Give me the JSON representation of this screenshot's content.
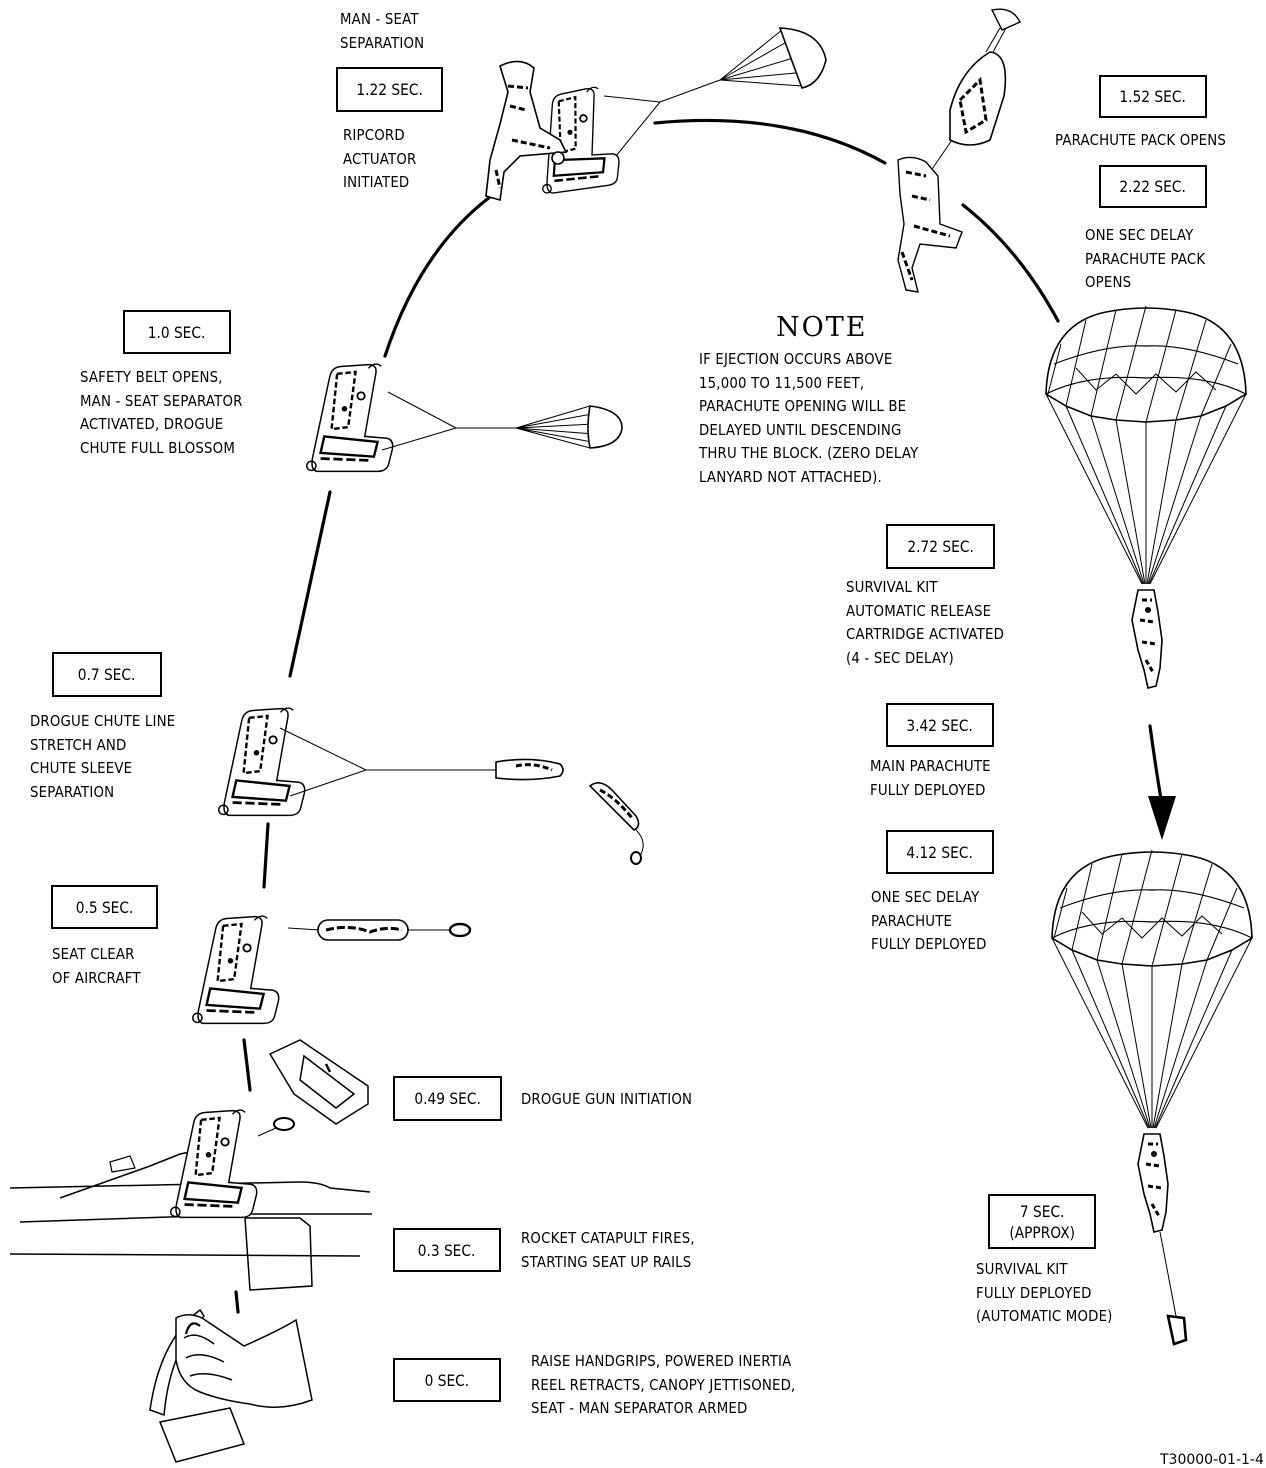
{
  "stages": [
    {
      "id": "s0",
      "time": "0 SEC.",
      "description": "RAISE HANDGRIPS, POWERED INERTIA\nREEL RETRACTS, CANOPY JETTISONED,\nSEAT - MAN SEPARATOR ARMED"
    },
    {
      "id": "s03",
      "time": "0.3 SEC.",
      "description": "ROCKET CATAPULT FIRES,\nSTARTING SEAT UP RAILS"
    },
    {
      "id": "s049",
      "time": "0.49 SEC.",
      "description": "DROGUE GUN INITIATION"
    },
    {
      "id": "s05",
      "time": "0.5 SEC.",
      "description": "SEAT CLEAR\nOF AIRCRAFT"
    },
    {
      "id": "s07",
      "time": "0.7 SEC.",
      "description": "DROGUE CHUTE LINE\nSTRETCH AND\nCHUTE SLEEVE\nSEPARATION"
    },
    {
      "id": "s10",
      "time": "1.0 SEC.",
      "description": "SAFETY BELT OPENS,\nMAN - SEAT SEPARATOR\nACTIVATED, DROGUE\nCHUTE FULL BLOSSOM"
    },
    {
      "id": "s122",
      "time": "1.22 SEC.",
      "heading": "MAN - SEAT\nSEPARATION",
      "description": "RIPCORD\nACTUATOR\nINITIATED"
    },
    {
      "id": "s152",
      "time": "1.52 SEC.",
      "description": "PARACHUTE PACK OPENS"
    },
    {
      "id": "s222",
      "time": "2.22 SEC.",
      "description": "ONE SEC DELAY\nPARACHUTE PACK\nOPENS"
    },
    {
      "id": "s272",
      "time": "2.72 SEC.",
      "description": "SURVIVAL KIT\nAUTOMATIC RELEASE\nCARTRIDGE ACTIVATED\n(4 - SEC DELAY)"
    },
    {
      "id": "s342",
      "time": "3.42 SEC.",
      "description": "MAIN PARACHUTE\nFULLY DEPLOYED"
    },
    {
      "id": "s412",
      "time": "4.12 SEC.",
      "description": "ONE SEC DELAY\nPARACHUTE\nFULLY DEPLOYED"
    },
    {
      "id": "s7",
      "time": "7 SEC.\n(APPROX)",
      "description": "SURVIVAL KIT\nFULLY DEPLOYED\n(AUTOMATIC MODE)"
    }
  ],
  "note": {
    "title": "NOTE",
    "text": "IF EJECTION OCCURS ABOVE\n15,000 TO 11,500 FEET,\nPARACHUTE OPENING WILL BE\nDELAYED UNTIL DESCENDING\nTHRU THE BLOCK.  (ZERO DELAY\nLANYARD NOT ATTACHED)."
  },
  "document_id": "T30000-01-1-4"
}
